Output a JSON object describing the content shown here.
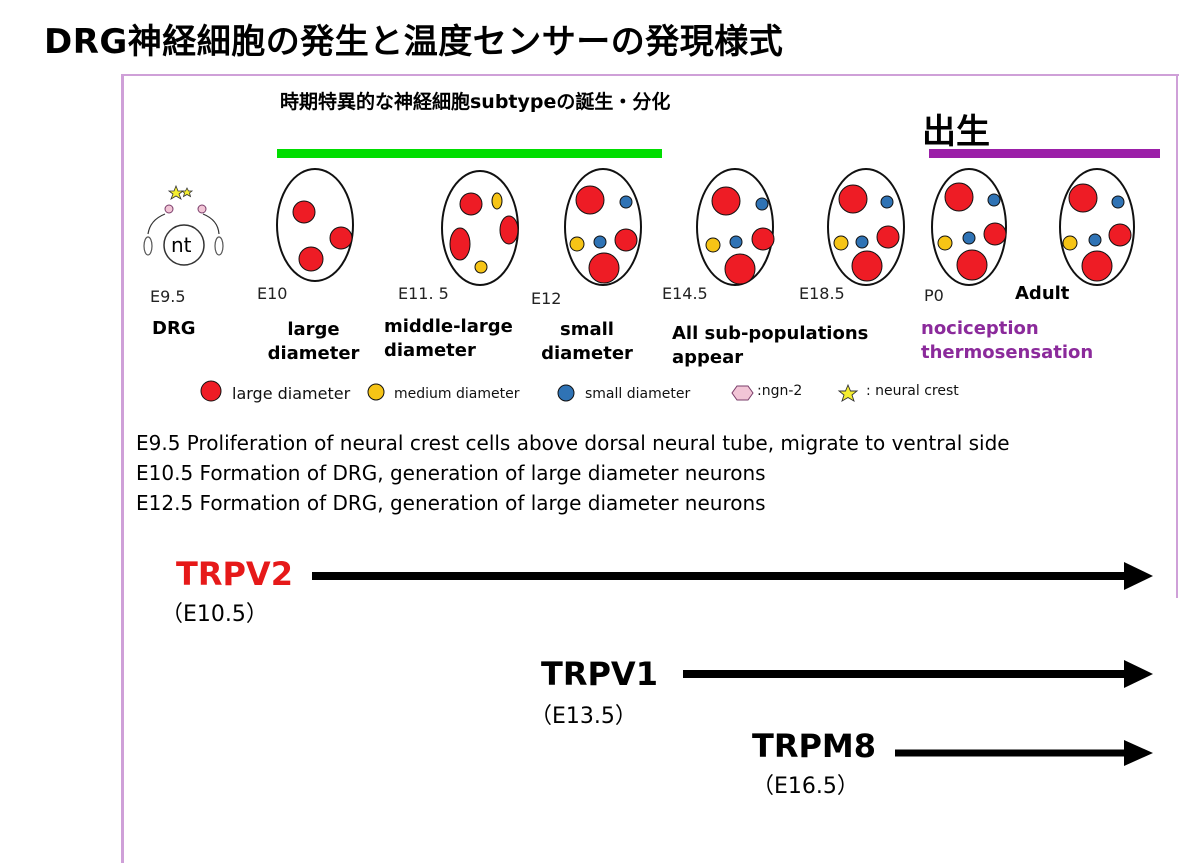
{
  "title": "DRG神経細胞の発生と温度センサーの発現様式",
  "header": {
    "subtype_label": "時期特異的な神経細胞subtypeの誕生・分化",
    "birth_label": "出生"
  },
  "colors": {
    "large": "#ee1c25",
    "medium": "#f6c416",
    "small": "#2f73b5",
    "ngn2": "#f2c5d6",
    "neural_crest": "#f5ee30",
    "green_bar": "#00dd00",
    "purple_bar": "#9b1fa8",
    "trpv2": "#e61919",
    "frame": "#cfa0d8"
  },
  "stages": [
    {
      "label": "E9.5",
      "desc": "DRG"
    },
    {
      "label": "E10",
      "desc": "large diameter"
    },
    {
      "label": "E11. 5",
      "desc": "middle-large diameter"
    },
    {
      "label": "E12",
      "desc": "small diameter"
    },
    {
      "label": "E14.5",
      "desc": "All sub-populations appear"
    },
    {
      "label": "E18.5",
      "desc": ""
    },
    {
      "label": "P0",
      "desc": "nociception thermosensation"
    },
    {
      "label": "Adult",
      "desc": ""
    }
  ],
  "nt_label": "nt",
  "legend": {
    "large": "large diameter",
    "medium": "medium diameter",
    "small": "small diameter",
    "ngn2": ":ngn-2",
    "neural_crest": ": neural crest"
  },
  "notes": [
    "E9.5  Proliferation of neural crest cells above dorsal neural tube, migrate to ventral side",
    "E10.5  Formation of DRG, generation of large diameter neurons",
    "E12.5 Formation of DRG, generation of large diameter neurons"
  ],
  "genes": [
    {
      "name": "TRPV2",
      "onset": "（E10.5）",
      "color": "#e61919"
    },
    {
      "name": "TRPV1",
      "onset": "（E13.5）",
      "color": "#000000"
    },
    {
      "name": "TRPM8",
      "onset": "（E16.5）",
      "color": "#000000"
    }
  ]
}
